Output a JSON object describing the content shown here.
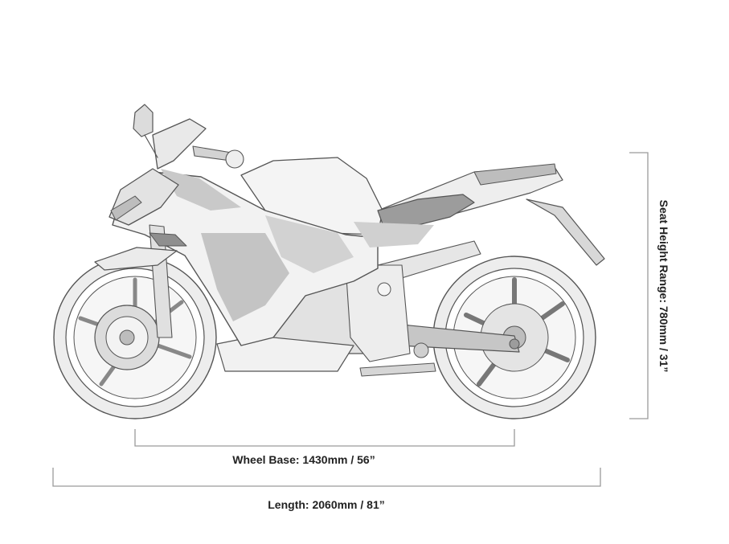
{
  "dimensions": {
    "wheel_base": "Wheel Base: 1430mm / 56”",
    "length": "Length: 2060mm / 81”",
    "seat_height": "Seat Height Range: 780mm / 31”"
  },
  "colors": {
    "outline": "#555555",
    "light_fill": "#efefef",
    "mid_fill": "#cfcfcf",
    "dark_fill": "#9c9c9c",
    "dimension_line": "#9a9a9a",
    "label_text": "#222222"
  }
}
